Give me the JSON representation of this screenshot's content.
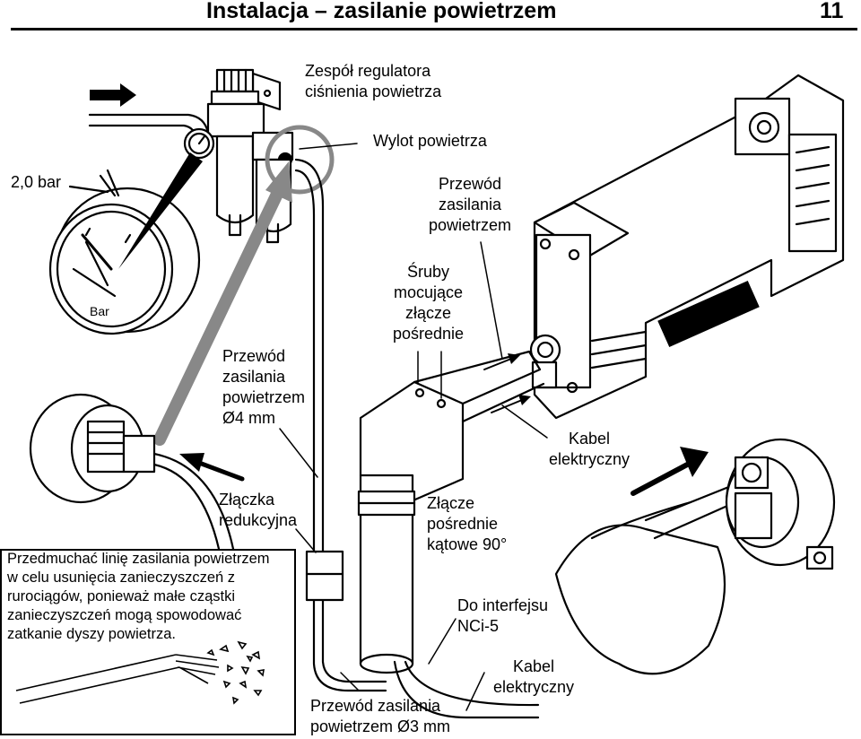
{
  "header": {
    "title": "Instalacja – zasilanie powietrzem",
    "page_number": "11"
  },
  "labels": {
    "regulator": [
      "Zespół regulatora",
      "ciśnienia powietrza"
    ],
    "outlet": "Wylot powietrza",
    "pressure": "2,0 bar",
    "gauge_unit": "Bar",
    "supply_hose": [
      "Przewód",
      "zasilania",
      "powietrzem"
    ],
    "screws": [
      "Śruby",
      "mocujące",
      "złącze",
      "pośrednie"
    ],
    "supply_hose_4mm": [
      "Przewód",
      "zasilania",
      "powietrzem",
      "Ø4 mm"
    ],
    "cable_right": [
      "Kabel",
      "elektryczny"
    ],
    "reducer": [
      "Złączka",
      "redukcyjna"
    ],
    "angle_adapter": [
      "Złącze",
      "pośrednie",
      "kątowe 90°"
    ],
    "interface": [
      "Do interfejsu",
      "NCi-5"
    ],
    "cable_bottom": [
      "Kabel",
      "elektryczny"
    ],
    "supply_hose_3mm": [
      "Przewód zasilania",
      "powietrzem Ø3 mm"
    ]
  },
  "note": [
    "Przedmuchać linię zasilania powietrzem",
    "w celu usunięcia zanieczyszczeń z",
    "rurociągów, ponieważ małe cząstki",
    "zanieczyszczeń mogą spowodować",
    "zatkanie dyszy powietrza."
  ]
}
